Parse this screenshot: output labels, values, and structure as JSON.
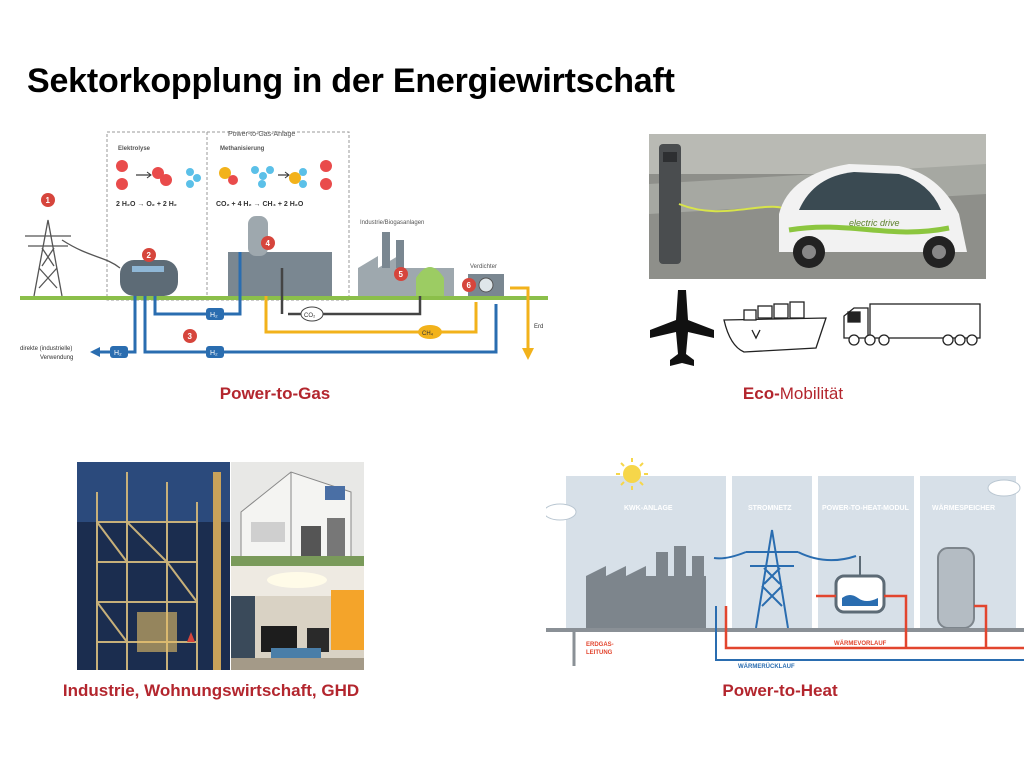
{
  "slide": {
    "title": "Sektorkopplung in der Energiewirtschaft"
  },
  "ptg": {
    "caption": "Power-to-Gas",
    "plant_label": "Power-to-Gas-Anlage",
    "elektrolyse_label": "Elektrolyse",
    "methanisierung_label": "Methanisierung",
    "eq_elektrolyse": "2 H₂O → O₂ + 2 H₂",
    "eq_methan": "CO₂ + 4 H₂ → CH₄ + 2 H₂O",
    "industrie_label": "Industrie/Biogasanlagen",
    "verdichter_label": "Verdichter",
    "direkte_label": "direkte (industrielle)",
    "verwendung_label": "Verwendung",
    "h2": "H₂",
    "co2": "CO₂",
    "ch4": "CH₄",
    "erd": "Erd",
    "steps": [
      "1",
      "2",
      "3",
      "4",
      "5",
      "6"
    ]
  },
  "eco": {
    "caption_bold": "Eco-",
    "caption_rest": "Mobilität",
    "car_text": "electric drive"
  },
  "ind": {
    "caption": "Industrie, Wohnungswirtschaft, GHD"
  },
  "pth": {
    "caption": "Power-to-Heat",
    "kwk": "KWK-ANLAGE",
    "stromnetz": "STROMNETZ",
    "modul": "POWER-TO-HEAT-MODUL",
    "speicher": "WÄRMESPEICHER",
    "erdgas1": "ERDGAS-",
    "erdgas2": "LEITUNG",
    "vorlauf": "WÄRMEVORLAUF",
    "ruecklauf": "WÄRMERÜCKLAUF"
  },
  "colors": {
    "caption": "#b3262e",
    "h2_line": "#2a6db0",
    "gas_line": "#f2b21b",
    "heat_red": "#e2452e",
    "ground_green": "#8bbf4a"
  }
}
